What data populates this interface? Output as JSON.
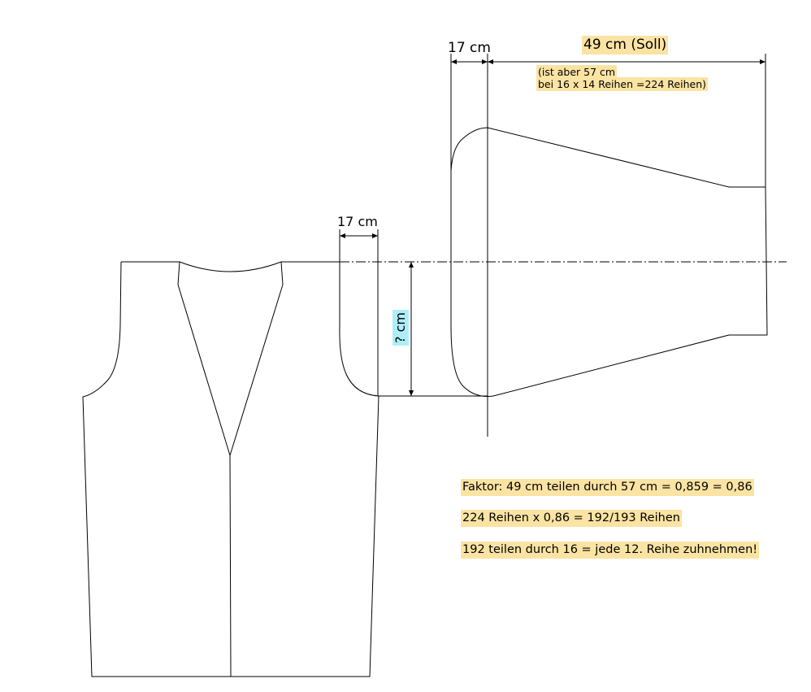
{
  "labels": {
    "sleeve_top_width": "17 cm",
    "sleeve_length_target": "49 cm (Soll)",
    "sleeve_length_note_line1": "(ist aber 57 cm",
    "sleeve_length_note_line2": "bei 16 x 14 Reihen =224 Reihen)",
    "armhole_width": "17 cm",
    "armhole_depth": "? cm"
  },
  "calculation": [
    "Faktor: 49 cm teilen durch 57 cm = 0,859  = 0,86",
    "224 Reihen x 0,86 = 192/193 Reihen",
    "192 teilen durch 16 = jede 12. Reihe zuhnehmen!"
  ],
  "colors": {
    "highlight_yellow": "#fbe3a3",
    "highlight_blue": "#aeeef8",
    "line": "#000000"
  }
}
